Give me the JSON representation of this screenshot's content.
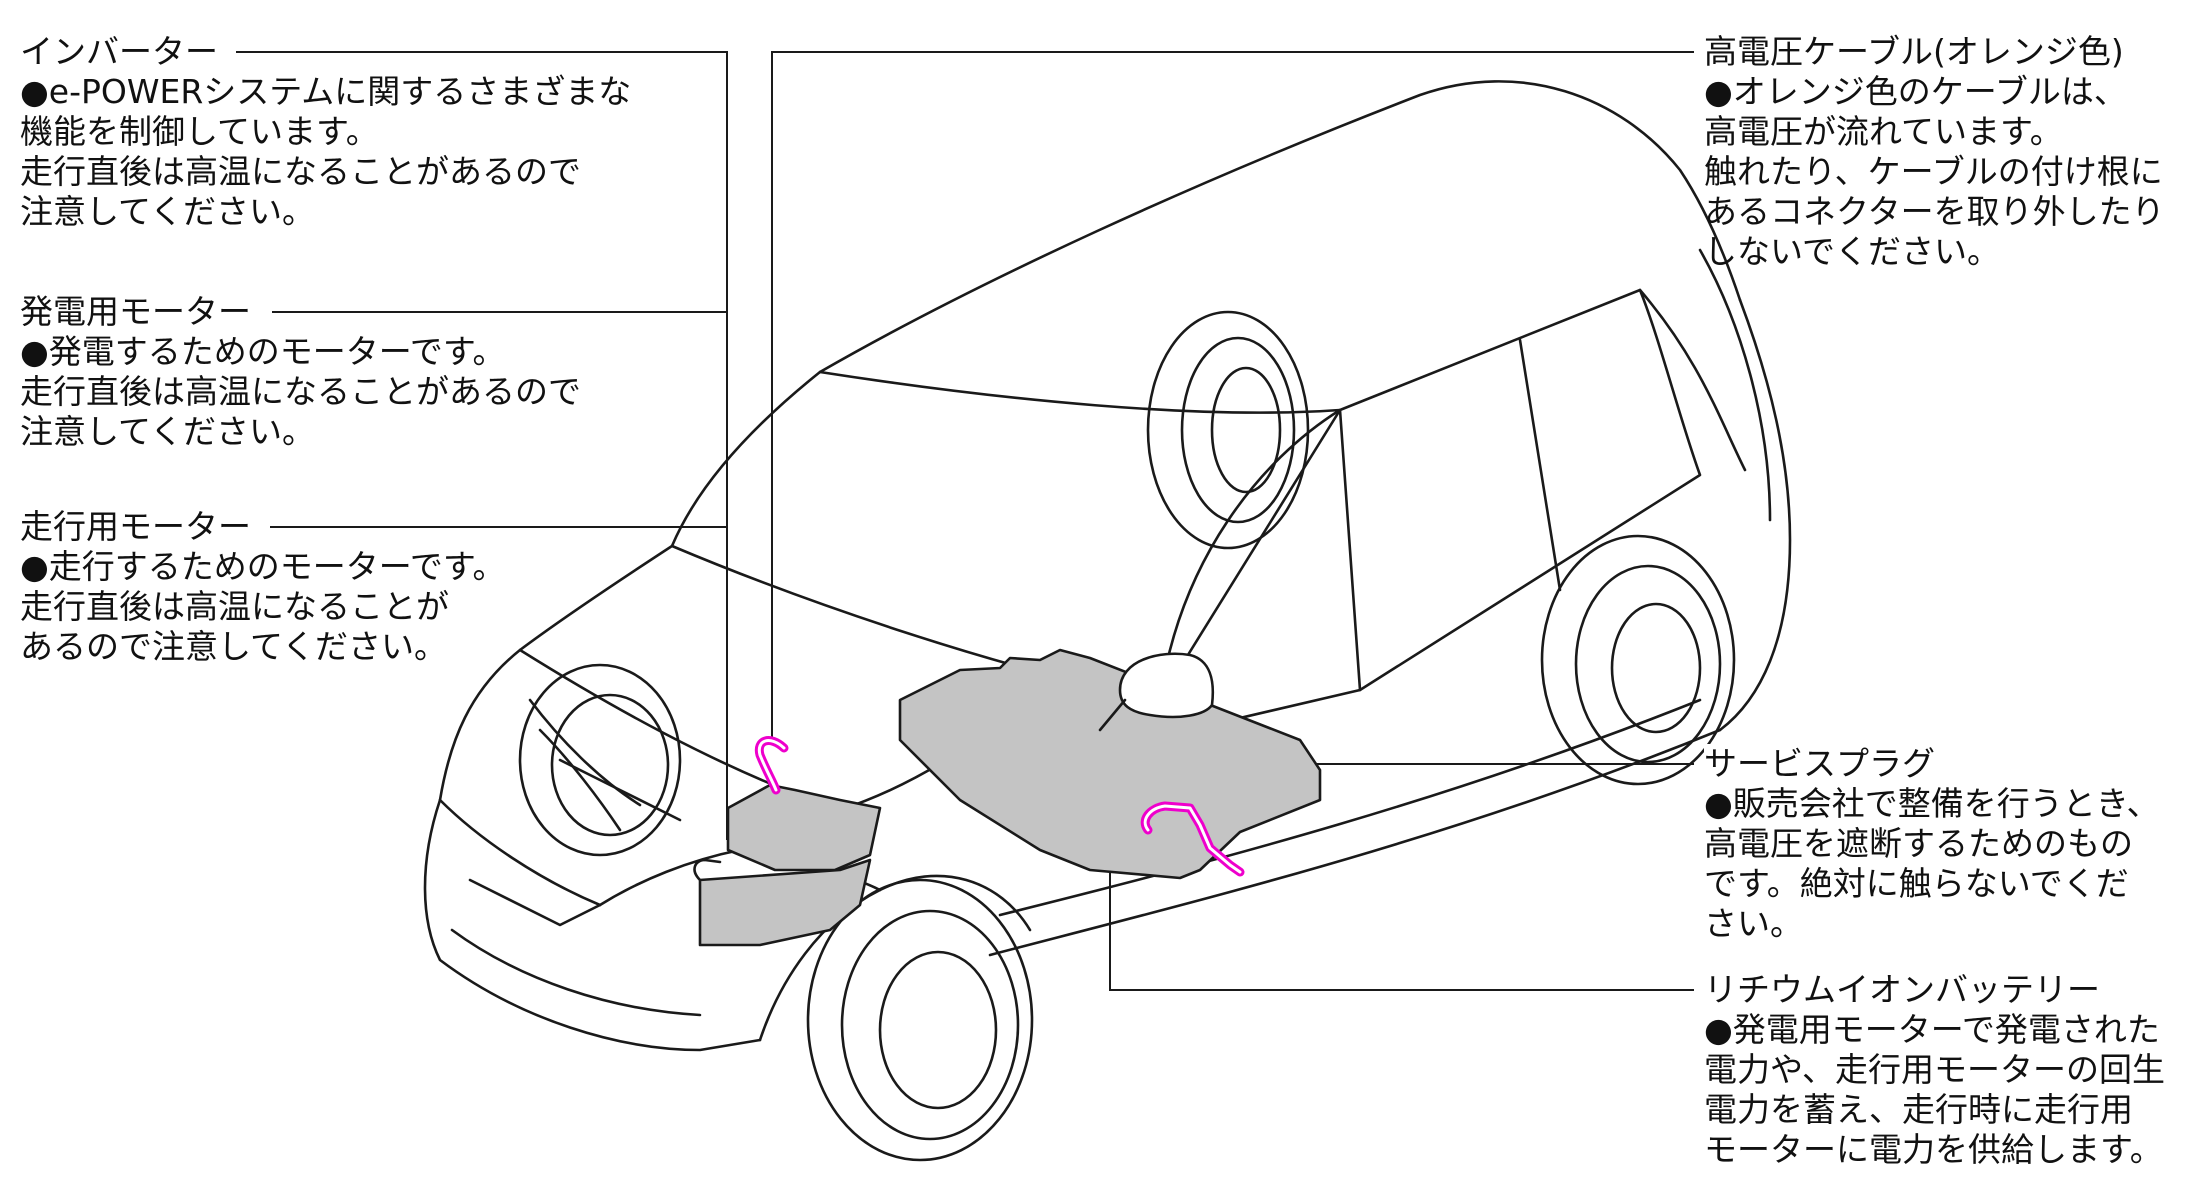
{
  "colors": {
    "cable": "#ee00cc",
    "component": "#c4c4c4",
    "line": "#1a1a1a"
  },
  "labels": {
    "inverter": {
      "title": "インバーター",
      "lines": [
        "●e-POWERシステムに関するさまざまな",
        "機能を制御しています。",
        "走行直後は高温になることがあるので",
        "注意してください。"
      ]
    },
    "generator_motor": {
      "title": "発電用モーター",
      "lines": [
        "●発電するためのモーターです。",
        "走行直後は高温になることがあるので",
        "注意してください。"
      ]
    },
    "drive_motor": {
      "title": "走行用モーター",
      "lines": [
        "●走行するためのモーターです。",
        "走行直後は高温になることが",
        "あるので注意してください。"
      ]
    },
    "hv_cable": {
      "title": "高電圧ケーブル(オレンジ色)",
      "lines": [
        "●オレンジ色のケーブルは、",
        "高電圧が流れています。",
        "触れたり、ケーブルの付け根に",
        "あるコネクターを取り外したり",
        "しないでください。"
      ]
    },
    "service_plug": {
      "title": "サービスプラグ",
      "lines": [
        "●販売会社で整備を行うとき、",
        "高電圧を遮断するためのもの",
        "です。絶対に触らないでくだ",
        "さい。"
      ]
    },
    "battery": {
      "title": "リチウムイオンバッテリー",
      "lines": [
        "●発電用モーターで発電された",
        "電力や、走行用モーターの回生",
        "電力を蓄え、走行時に走行用",
        "モーターに電力を供給します。"
      ]
    }
  }
}
